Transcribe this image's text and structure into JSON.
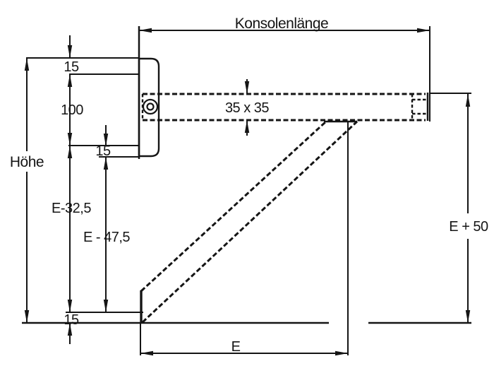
{
  "drawing": {
    "colors": {
      "line": "#151515",
      "background": "#ffffff"
    },
    "labels": {
      "konsolenlaenge": "Konsolenlänge",
      "hoehe": "Höhe",
      "t15_top": "15",
      "t100": "100",
      "t15_mid": "15",
      "e_minus_32_5": "E-32,5",
      "e_minus_47_5": "E - 47,5",
      "profile_35x35": "35 x 35",
      "e_plus_50": "E + 50",
      "t15_bottom": "15",
      "e_bottom": "E"
    }
  }
}
